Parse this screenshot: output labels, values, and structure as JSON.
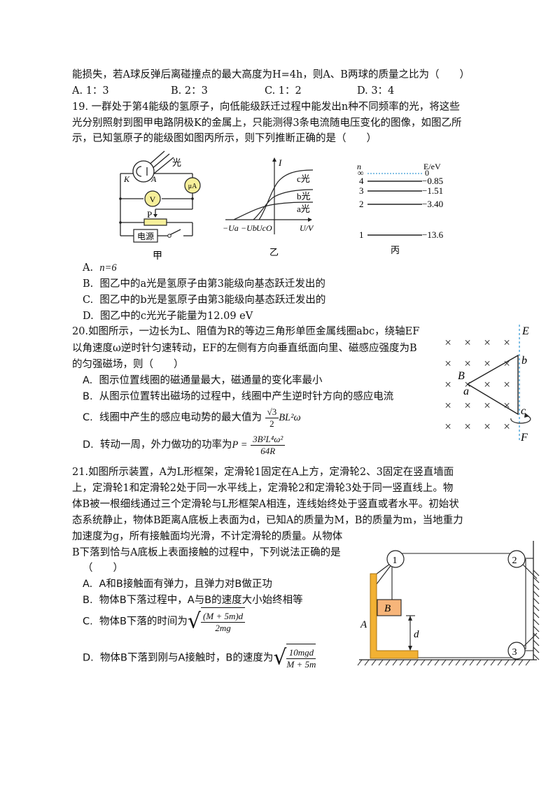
{
  "q18_tail": {
    "text": "能损失，若A球反弹后离碰撞点的最大高度为H=4h，则A、B两球的质量之比为（　　）",
    "options": [
      {
        "label": "A.",
        "text": "1：3"
      },
      {
        "label": "B.",
        "text": "2：3"
      },
      {
        "label": "C.",
        "text": "1：2"
      },
      {
        "label": "D.",
        "text": "3：4"
      }
    ]
  },
  "q19": {
    "number": "19.",
    "stem_lines": [
      "一群处于第4能级的氢原子，向低能级跃迁过程中能发出n种不同频率的光，将这些",
      "光分别照射到图甲电路阴极K的金属上，只能测得3条电流随电压变化的图像，如图乙所",
      "示，已知氢原子的能级图如图丙所示，则下列推断正确的是（　　）"
    ],
    "figures": {
      "jia": {
        "caption": "甲",
        "labels": {
          "light": "光",
          "cathode": "K",
          "anode": "A",
          "ammeter": "μA",
          "voltmeter": "V",
          "slider": "P",
          "source": "电源"
        }
      },
      "yi": {
        "caption": "乙",
        "y_axis": "I",
        "x_axis": "U/V",
        "origin": "O",
        "x_ticks": [
          "−Ua",
          "−Ub",
          "Uc"
        ],
        "curves": [
          "c光",
          "b光",
          "a光"
        ]
      },
      "bing": {
        "caption": "丙",
        "n_label": "n",
        "e_label": "E/eV",
        "levels": [
          {
            "n": "∞",
            "E": "0"
          },
          {
            "n": "4",
            "E": "−0.85"
          },
          {
            "n": "3",
            "E": "−1.51"
          },
          {
            "n": "2",
            "E": "−3.40"
          },
          {
            "n": "1",
            "E": "−13.6"
          }
        ]
      }
    },
    "options": [
      {
        "label": "A.",
        "text": "n=6"
      },
      {
        "label": "B.",
        "text": "图乙中的a光是氢原子由第3能级向基态跃迁发出的"
      },
      {
        "label": "C.",
        "text": "图乙中的b光是氢原子由第3能级向基态跃迁发出的"
      },
      {
        "label": "D.",
        "text": "图乙中的c光光子能量为12.09 eV"
      }
    ]
  },
  "q20": {
    "number": "20.",
    "stem_lines": [
      "如图所示，一边长为L、阻值为R的等边三角形单匝金属线圈abc，绕轴EF",
      "以角速度ω逆时针匀速转动，EF的左侧有方向垂直纸面向里、磁感应强度为B",
      "的匀强磁场，则（　　）"
    ],
    "options": [
      {
        "label": "A.",
        "text": "图示位置线圈的磁通量最大，磁通量的变化率最小"
      },
      {
        "label": "B.",
        "text": "从图示位置转出磁场的过程中，线圈中产生逆时针方向的感应电流"
      },
      {
        "label": "C.",
        "text": "线圈中产生的感应电动势的最大值为",
        "formula": {
          "num": "√3",
          "den": "2",
          "tail": "BL²ω"
        }
      },
      {
        "label": "D.",
        "text": "转动一周，外力做功的功率为",
        "formula": {
          "lhs": "P =",
          "num": "3B²L⁴ω²",
          "den": "64R"
        }
      }
    ],
    "figure": {
      "labels": {
        "E": "E",
        "F": "F",
        "a": "a",
        "b": "b",
        "c": "c",
        "B": "B"
      },
      "field_symbol": "×"
    }
  },
  "q21": {
    "number": "21.",
    "stem_lines": [
      "如图所示装置，A为L形框架，定滑轮1固定在A上方，定滑轮2、3固定在竖直墙面",
      "上，定滑轮1和定滑轮2处于同一水平线上，定滑轮2和定滑轮3处于同一竖直线上。物",
      "体B被一根细线通过三个定滑轮与L形框架A相连，连线始终处于竖直或者水平。初始状",
      "态系统静止，物体B距离A底板上表面为d，已知A的质量为M，B的质量为m，当地重力",
      "加速度为g，所有接触面均光滑，不计定滑轮的质量。从物体",
      "B下落到恰与A底板上表面接触的过程中，下列说法正确的是",
      "（　　）"
    ],
    "options": [
      {
        "label": "A.",
        "text": "A和B接触面有弹力，且弹力对B做正功"
      },
      {
        "label": "B.",
        "text": "物体B下落过程中，A与B的速度大小始终相等"
      },
      {
        "label": "C.",
        "text": "物体B下落的时间为",
        "formula": {
          "num": "(M + 5m)d",
          "den": "2mg"
        }
      },
      {
        "label": "D.",
        "text": "物体B下落到刚与A接触时，B的速度为",
        "formula": {
          "num": "10mgd",
          "den": "M + 5m"
        }
      }
    ],
    "figure": {
      "labels": {
        "frame": "A",
        "block": "B",
        "distance": "d",
        "pulley1": "1",
        "pulley2": "2",
        "pulley3": "3"
      },
      "colors": {
        "frame": "#f2b133",
        "block": "#f7b57a",
        "dashed_axis": "#3a9bd5"
      }
    }
  }
}
